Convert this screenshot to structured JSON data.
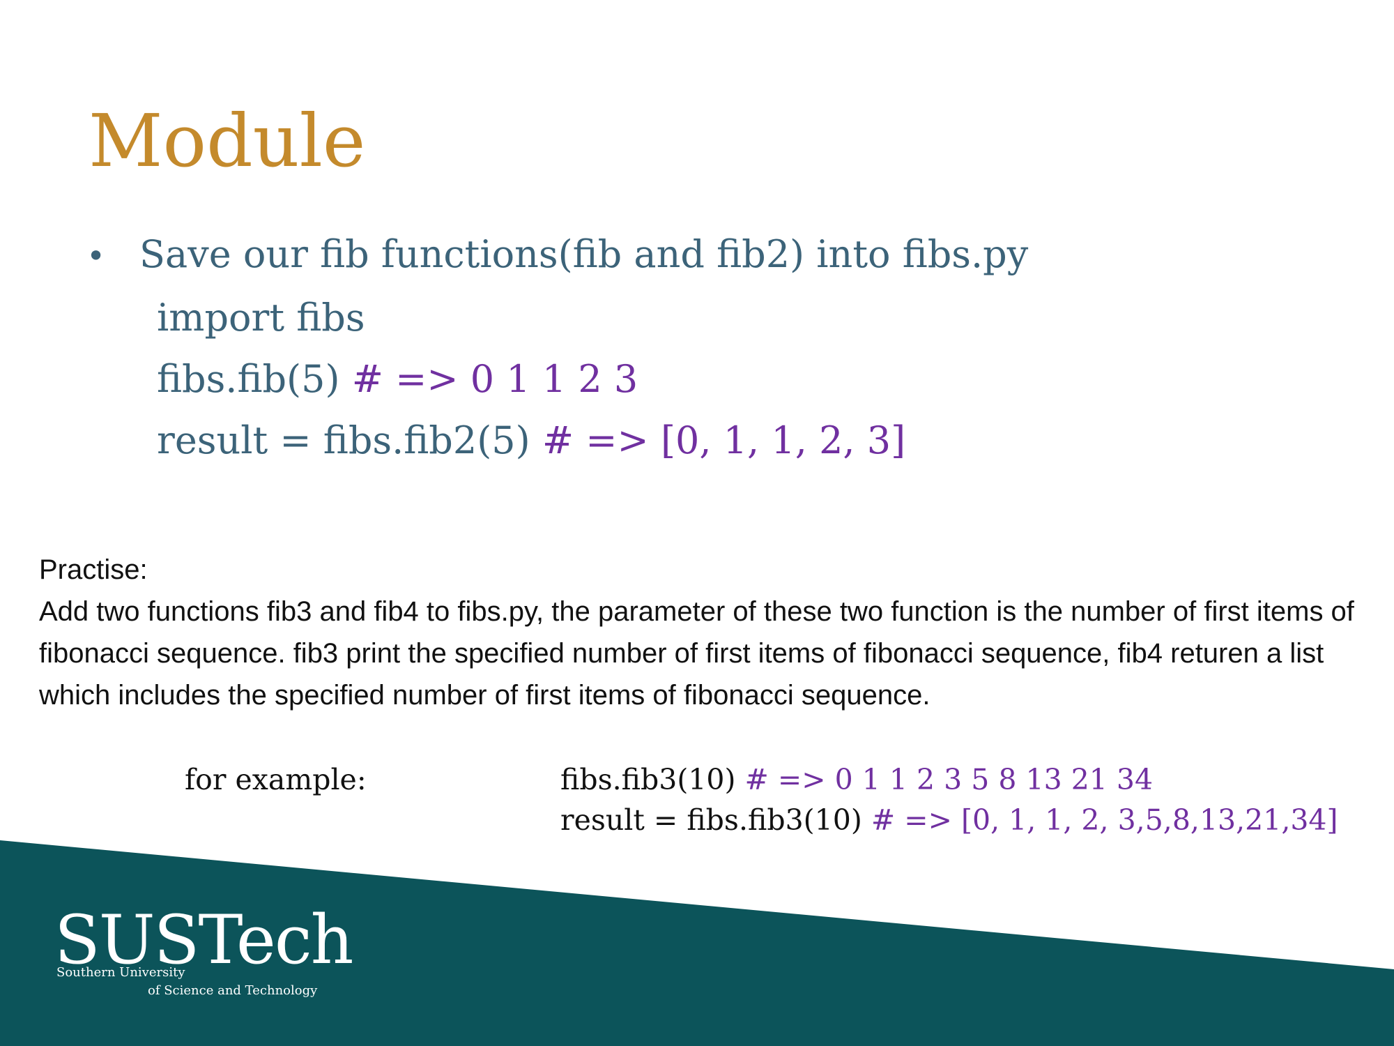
{
  "slide": {
    "title": "Module",
    "bullet": "Save our fib functions(fib and fib2) into fibs.py",
    "code": [
      {
        "code": "import fibs",
        "comment": ""
      },
      {
        "code": "fibs.fib(5) ",
        "comment": "# => 0 1 1 2 3"
      },
      {
        "code": "result = fibs.fib2(5) ",
        "comment": "# => [0, 1, 1, 2, 3]"
      }
    ]
  },
  "practise": {
    "heading": "Practise:",
    "body": "Add two functions fib3 and fib4 to fibs.py, the parameter of these two function is the number of  first items of fibonacci sequence. fib3 print the specified number of first items of fibonacci sequence,  fib4 returen a list which includes the specified number of first items of fibonacci sequence.",
    "example_label": "for example:",
    "examples": [
      {
        "code": "fibs.fib3(10) ",
        "comment": "# => 0 1 1 2 3 5 8 13 21 34"
      },
      {
        "code": "result = fibs.fib3(10) ",
        "comment": "# => [0, 1, 1, 2, 3,5,8,13,21,34]"
      }
    ]
  },
  "footer": {
    "logo_main": "SUSTech",
    "logo_line1": "Southern University",
    "logo_line2": "of Science and Technology"
  },
  "colors": {
    "title": "#c48a2c",
    "body_text": "#3c6379",
    "comment": "#7030a0",
    "footer_band": "#0c545a"
  }
}
